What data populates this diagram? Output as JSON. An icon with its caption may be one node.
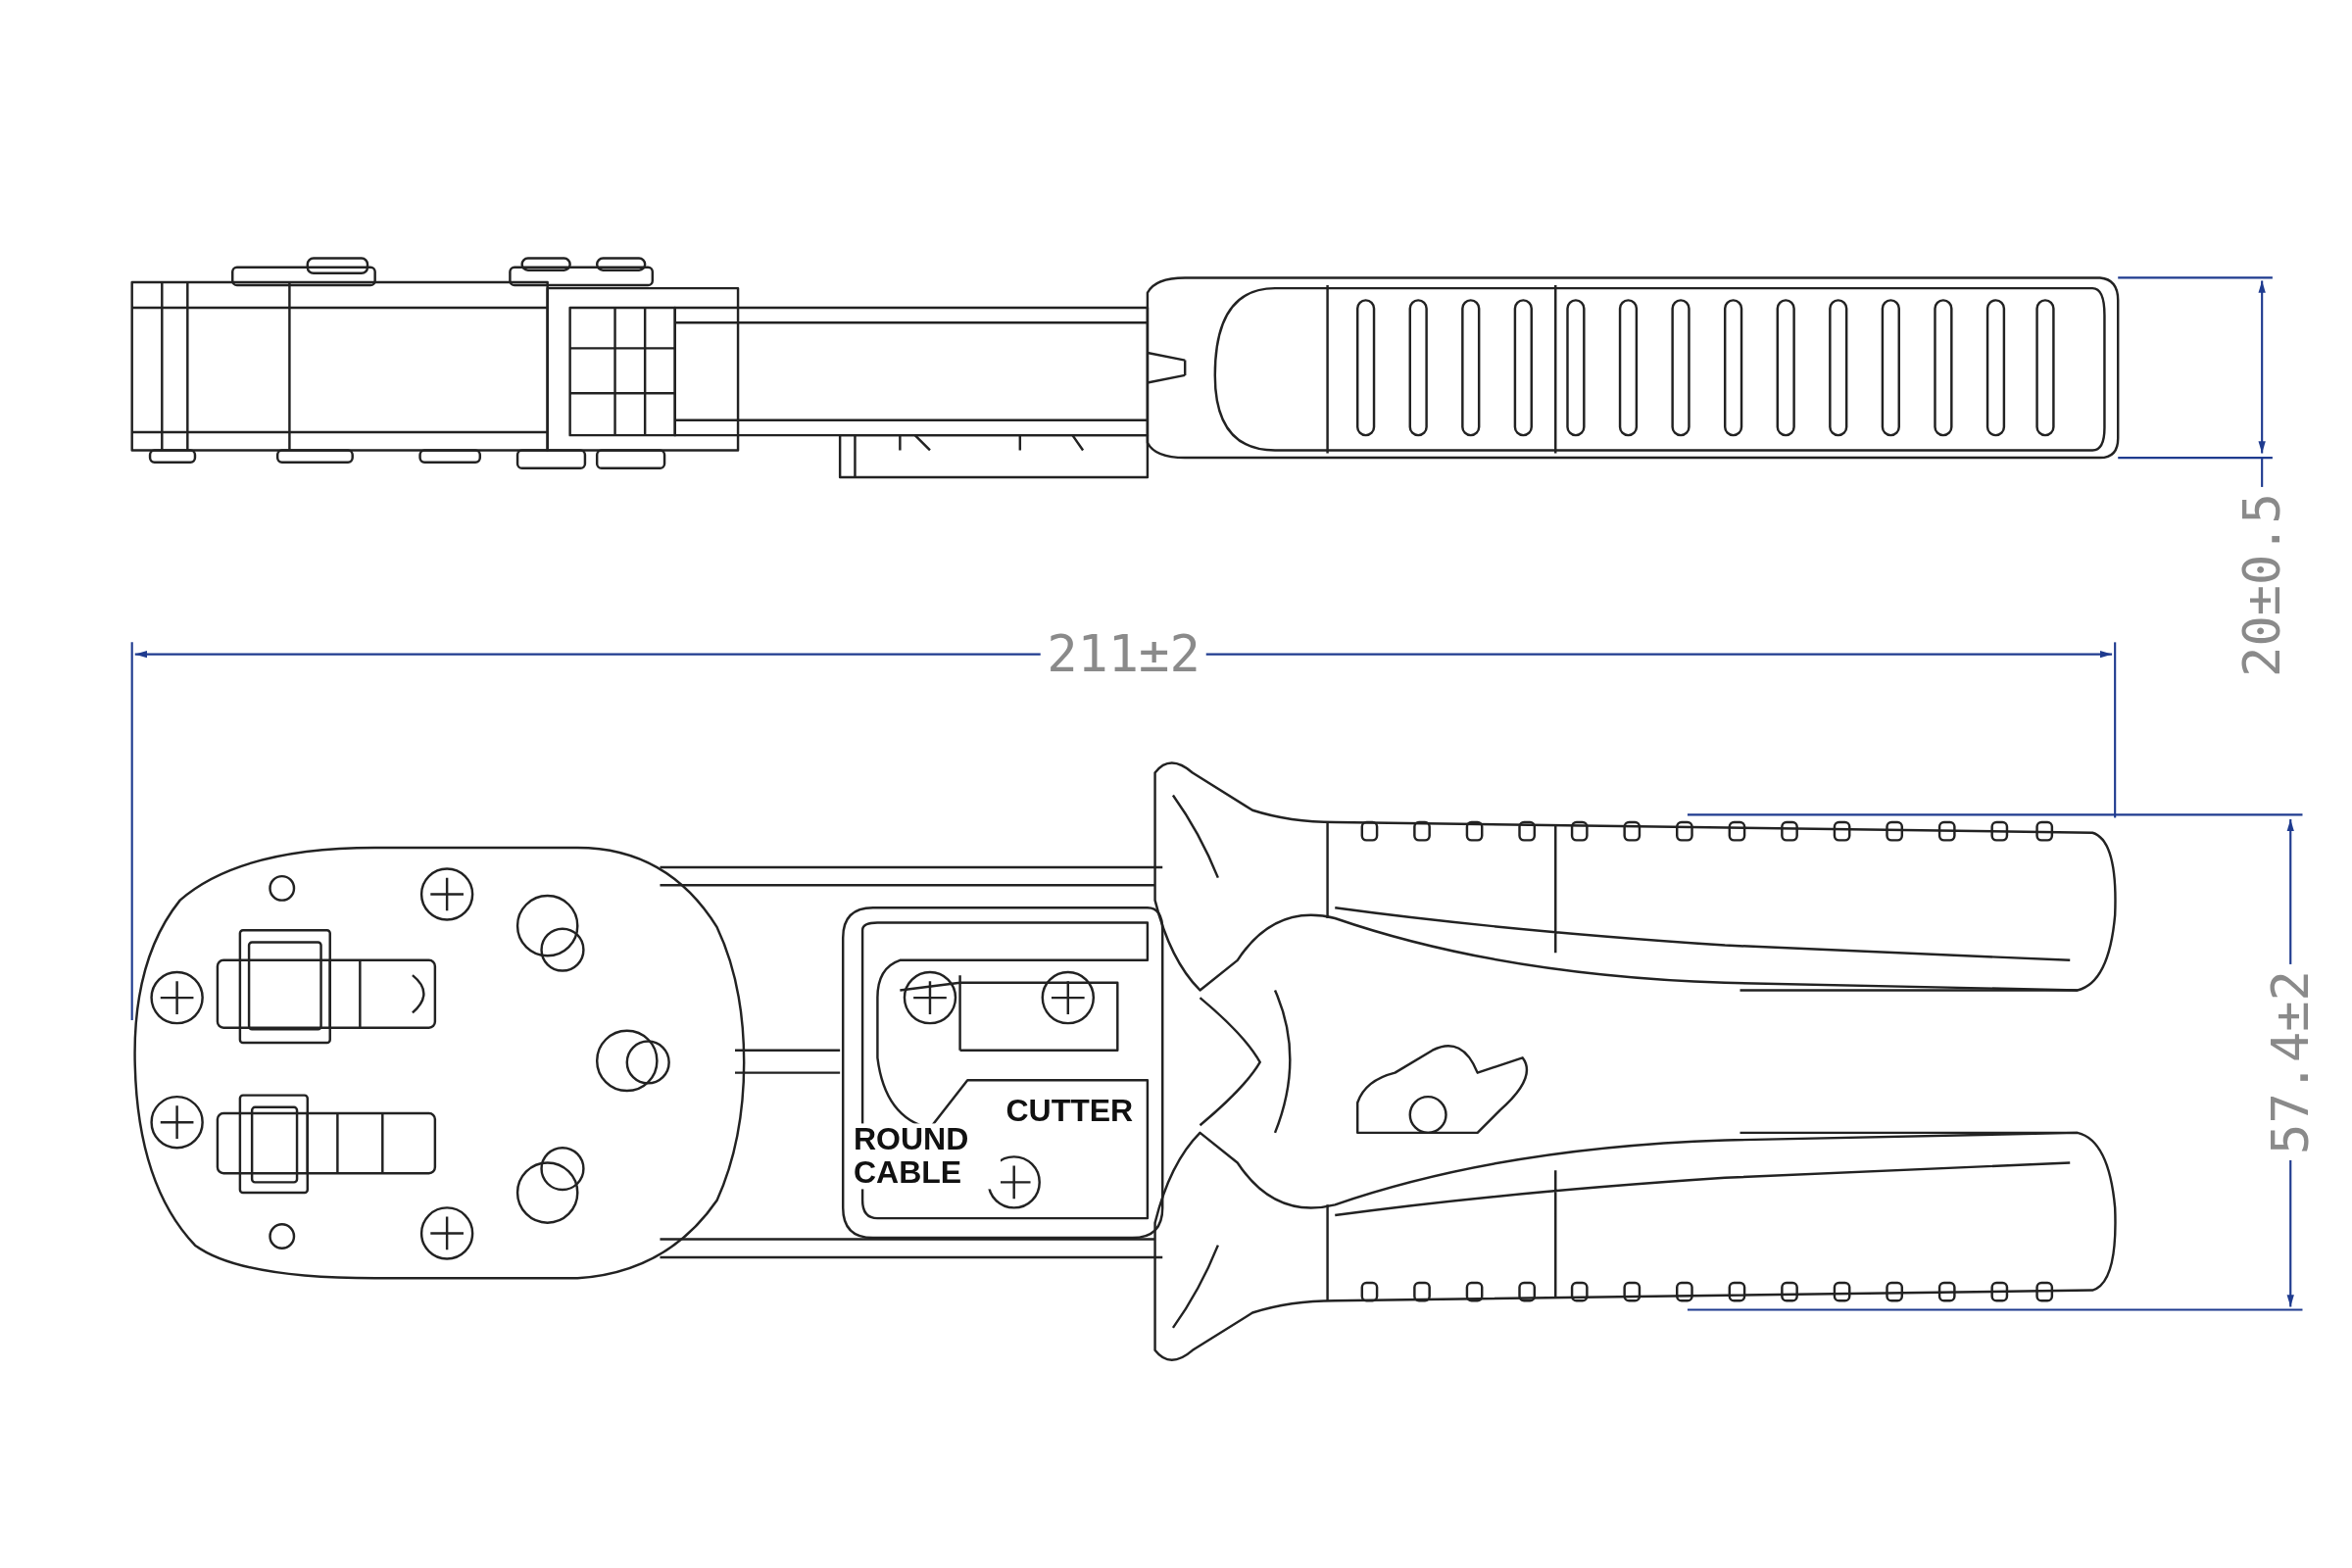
{
  "diagram": {
    "labels": [
      "20±0.5",
      "211±2",
      "57.4±2",
      "CUTTER",
      "ROUND CABLE"
    ]
  }
}
